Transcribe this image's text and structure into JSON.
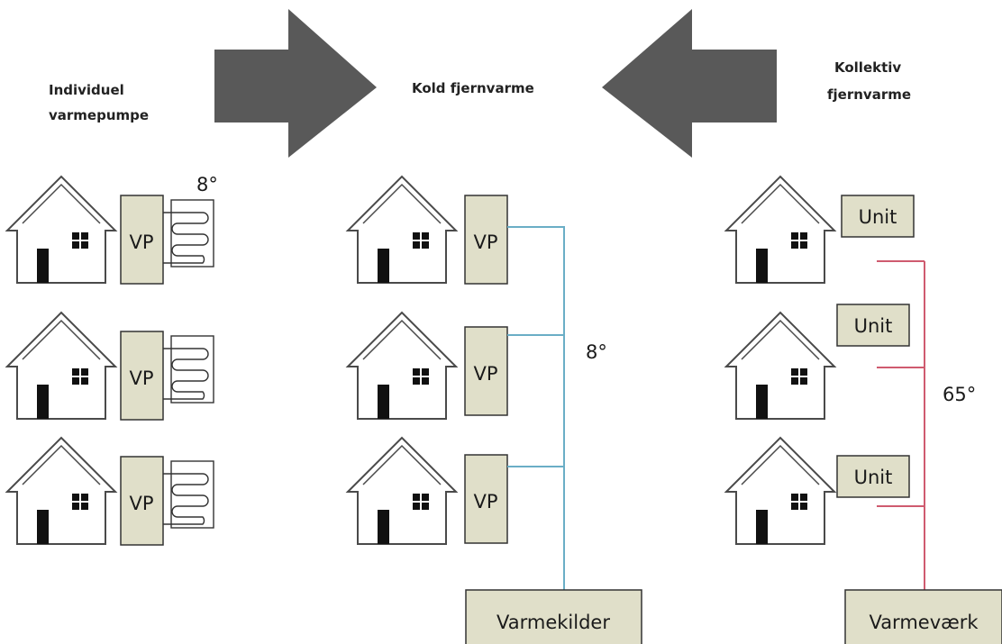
{
  "headings": {
    "left_line1": "Individuel",
    "left_line2": "varmepumpe",
    "center": "Kold fjernvarme",
    "right_line1": "Kollektiv",
    "right_line2": "fjernvarme"
  },
  "individual": {
    "temperature": "8°",
    "unit_labels": [
      "VP",
      "VP",
      "VP"
    ]
  },
  "cold_district": {
    "temperature": "8°",
    "unit_labels": [
      "VP",
      "VP",
      "VP"
    ],
    "source_label": "Varmekilder"
  },
  "collective": {
    "temperature": "65°",
    "unit_labels": [
      "Unit",
      "Unit",
      "Unit"
    ],
    "source_label": "Varmeværk"
  },
  "colors": {
    "arrow": "#595959",
    "cold_pipe": "#6aaec6",
    "hot_pipe": "#cf5b6f",
    "box_fill": "#e0dfc9"
  }
}
